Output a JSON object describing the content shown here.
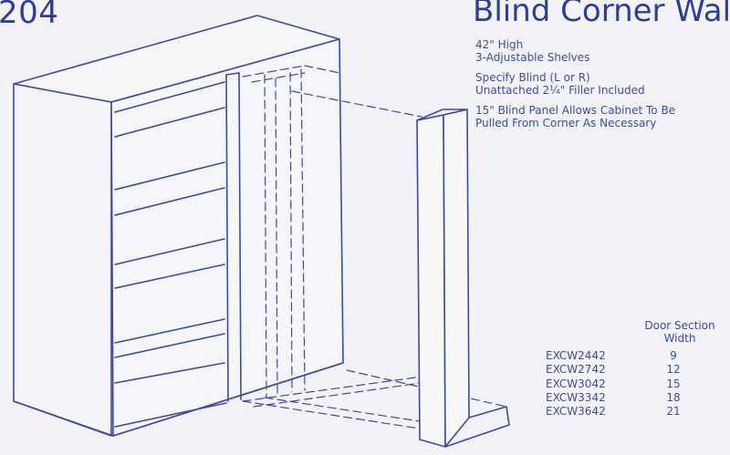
{
  "header": {
    "page_number": "204",
    "title": "Blind Corner Wall"
  },
  "specs": {
    "groups": [
      {
        "lines": [
          "42\" High",
          "3-Adjustable Shelves"
        ]
      },
      {
        "lines": [
          "Specify Blind (L or R)",
          "Unattached 2¼\" Filler Included"
        ]
      },
      {
        "lines": [
          "15\" Blind Panel Allows Cabinet To Be",
          "Pulled From Corner As Necessary"
        ]
      }
    ]
  },
  "table": {
    "header_line1": "Door Section",
    "header_line2": "Width",
    "rows": [
      {
        "model": "EXCW2442",
        "width": "9"
      },
      {
        "model": "EXCW2742",
        "width": "12"
      },
      {
        "model": "EXCW3042",
        "width": "15"
      },
      {
        "model": "EXCW3342",
        "width": "18"
      },
      {
        "model": "EXCW3642",
        "width": "21"
      }
    ]
  },
  "colors": {
    "ink": "#2f3e95",
    "line": "#3b4ba0",
    "paper": "#f3f3f7"
  }
}
